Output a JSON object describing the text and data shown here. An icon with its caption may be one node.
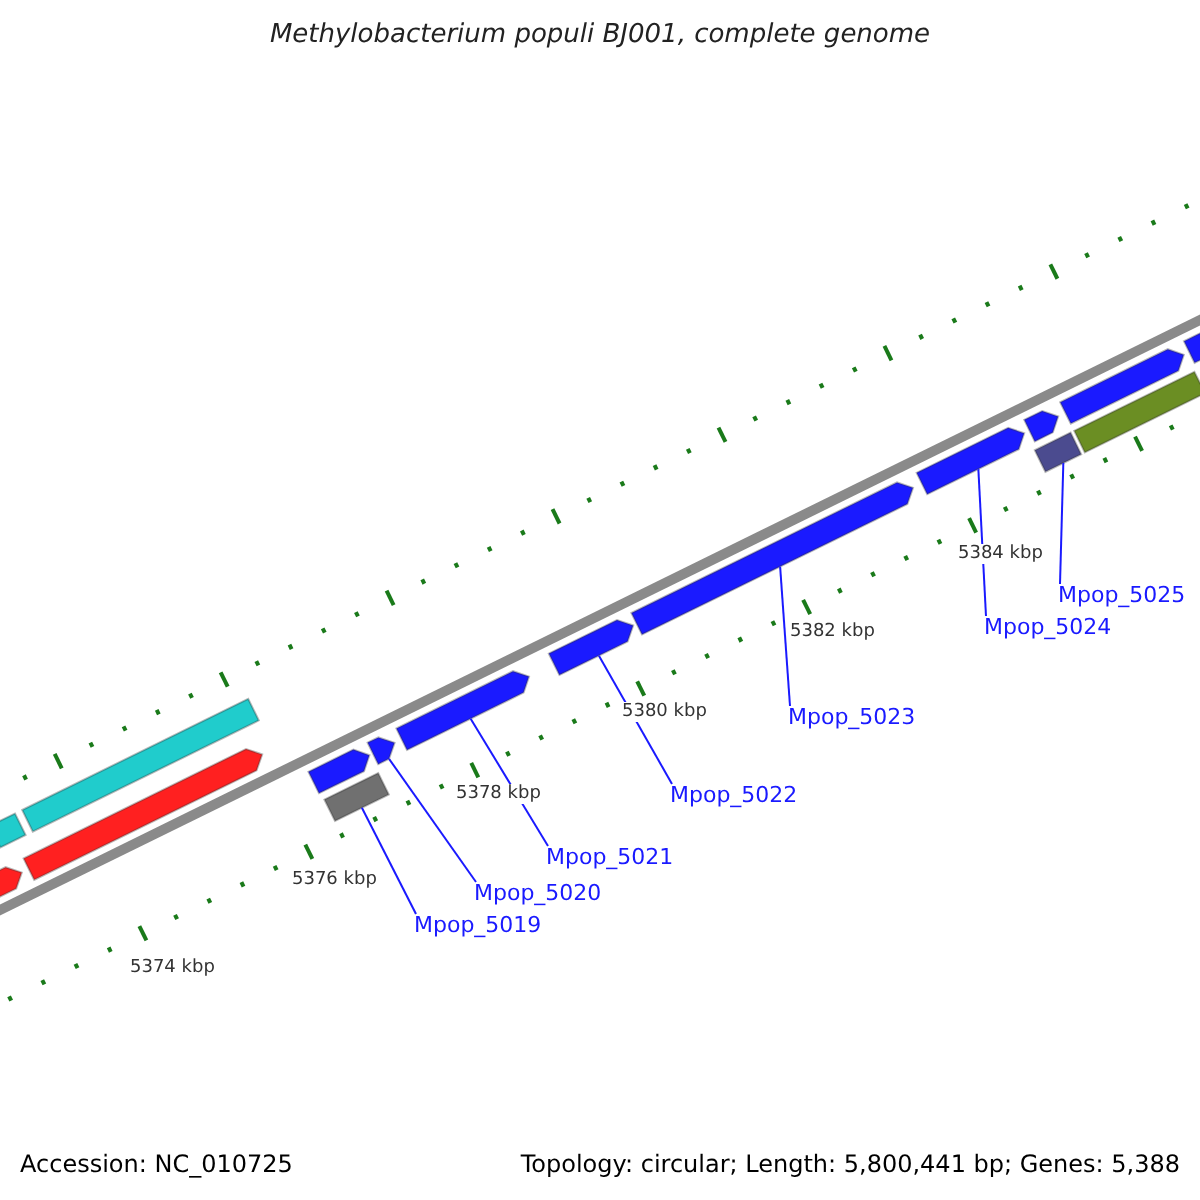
{
  "diagram": {
    "title": "Methylobacterium populi BJ001, complete genome",
    "nodes": [
      {
        "text": [
          "Mpop_5019"
        ]
      },
      {
        "text": [
          "Mpop_5020"
        ]
      },
      {
        "text": [
          "Mpop_5021"
        ]
      },
      {
        "text": [
          "Mpop_5022"
        ]
      },
      {
        "text": [
          "Mpop_5023"
        ]
      },
      {
        "text": [
          "Mpop_5024"
        ]
      },
      {
        "text": [
          "Mpop_5025"
        ]
      },
      {
        "text": [],
        "shape": "box"
      },
      {
        "text": [],
        "shape": "box"
      },
      {
        "text": [],
        "shape": "arrow"
      },
      {
        "text": [],
        "shape": "arrow"
      },
      {
        "text": [],
        "shape": "arrow"
      },
      {
        "text": [],
        "shape": "box"
      },
      {
        "text": [],
        "shape": "arrow"
      },
      {
        "text": [],
        "shape": "arrow"
      },
      {
        "text": [],
        "shape": "arrow"
      },
      {
        "text": [],
        "shape": "arrow"
      },
      {
        "text": [],
        "shape": "arrow"
      },
      {
        "text": [],
        "shape": "arrow"
      },
      {
        "text": [],
        "shape": "box"
      },
      {
        "text": [],
        "shape": "arrow"
      },
      {
        "text": [],
        "shape": "box"
      },
      {
        "text": [],
        "shape": "arrow"
      }
    ],
    "edges": [
      {
        "from": 0,
        "to": 12,
        "arrow": "none"
      },
      {
        "from": 1,
        "to": 13,
        "arrow": "none"
      },
      {
        "from": 2,
        "to": 14,
        "arrow": "none"
      },
      {
        "from": 3,
        "to": 15,
        "arrow": "none"
      },
      {
        "from": 4,
        "to": 16,
        "arrow": "none"
      },
      {
        "from": 5,
        "to": 17,
        "arrow": "none"
      },
      {
        "from": 6,
        "to": 19,
        "arrow": "none"
      }
    ],
    "labels": [
      "5374 kbp",
      "5376 kbp",
      "5378 kbp",
      "5380 kbp",
      "5382 kbp",
      "5384 kbp",
      "Accession: NC_010725",
      "Topology: circular; Length: 5,800,441 bp; Genes: 5,388"
    ]
  }
}
